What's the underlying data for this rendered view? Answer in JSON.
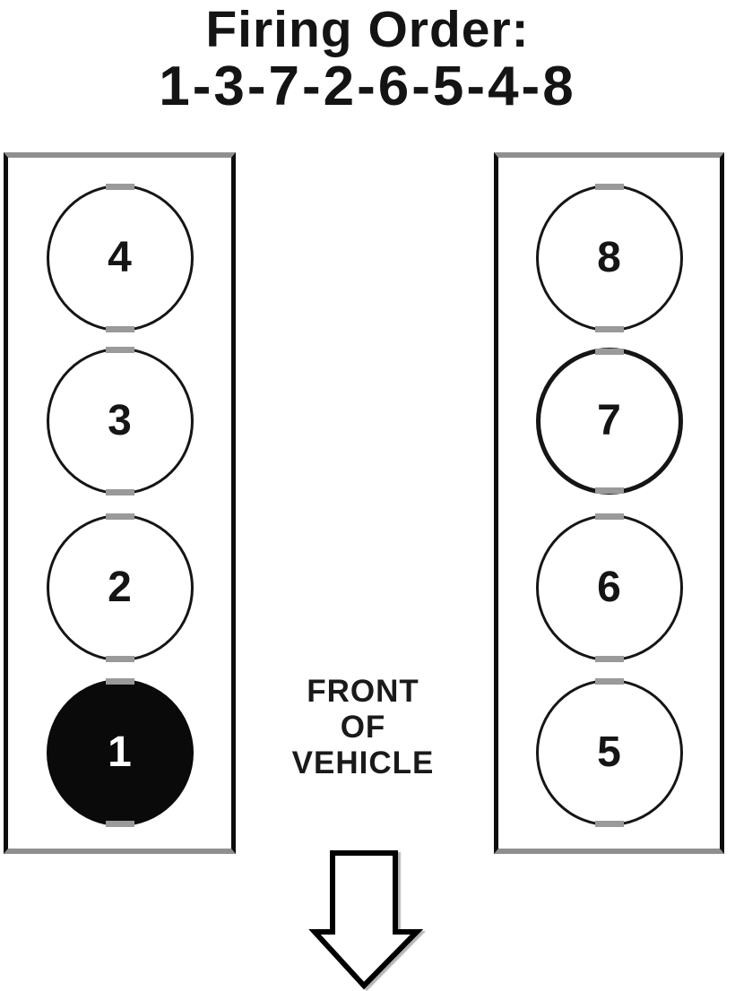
{
  "title": {
    "line1": "Firing Order:",
    "line2": "1-3-7-2-6-5-4-8"
  },
  "banks": {
    "left": {
      "side": "left",
      "cylinders": [
        {
          "number": "4",
          "filled": false
        },
        {
          "number": "3",
          "filled": false
        },
        {
          "number": "2",
          "filled": false
        },
        {
          "number": "1",
          "filled": true
        }
      ]
    },
    "right": {
      "side": "right",
      "cylinders": [
        {
          "number": "8",
          "filled": false
        },
        {
          "number": "7",
          "filled": false,
          "thick_outline": true
        },
        {
          "number": "6",
          "filled": false
        },
        {
          "number": "5",
          "filled": false
        }
      ]
    }
  },
  "front_label": {
    "line1": "FRONT",
    "line2": "OF",
    "line3": "VEHICLE"
  },
  "arrow": {
    "direction": "down",
    "style": "hollow-outline"
  },
  "colors": {
    "background": "#ffffff",
    "text": "#141414",
    "circle_outline": "#151515",
    "filled_cylinder": "#0a0a0a",
    "filled_cylinder_number": "#ffffff",
    "bank_side_border": "#0d0d0d",
    "bank_top_bottom_border": "#8f8f8f",
    "tick_artifact_gray": "#9a9a9a"
  }
}
